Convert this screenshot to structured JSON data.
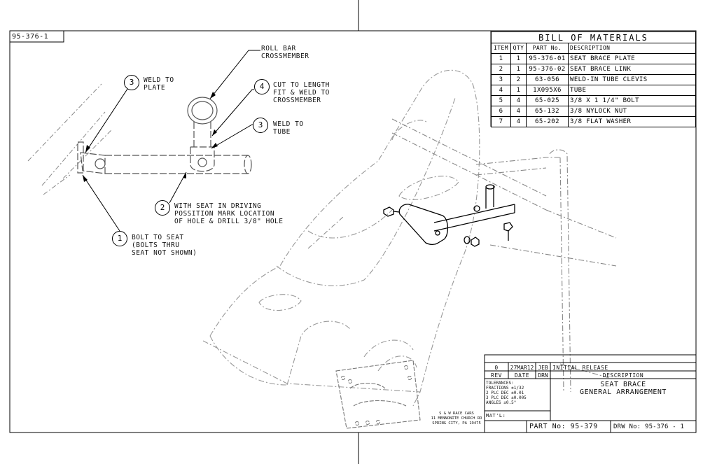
{
  "drawing": {
    "tab_number": "95-376-1",
    "notes": {
      "roll_bar": [
        "ROLL BAR",
        "CROSSMEMBER"
      ],
      "weld_plate": [
        "WELD TO",
        "PLATE"
      ],
      "cut_to_length": [
        "CUT TO LENGTH",
        "FIT & WELD TO",
        "CROSSMEMBER"
      ],
      "weld_tube": [
        "WELD TO",
        "TUBE"
      ],
      "seat_driving": [
        "WITH SEAT IN DRIVING",
        "POSSITION MARK LOCATION",
        "OF HOLE & DRILL 3/8\" HOLE"
      ],
      "bolt_seat": [
        "BOLT TO SEAT",
        "(BOLTS THRU",
        "SEAT NOT SHOWN)"
      ]
    },
    "bubbles": {
      "weld_plate": "3",
      "cut_to_length": "4",
      "weld_tube": "3",
      "seat_driving": "2",
      "bolt_seat": "1"
    }
  },
  "bom": {
    "title": "BILL OF MATERIALS",
    "headers": [
      "ITEM",
      "QTY",
      "PART No.",
      "DESCRIPTION"
    ],
    "rows": [
      [
        "1",
        "1",
        "95-376-01",
        "SEAT BRACE PLATE"
      ],
      [
        "2",
        "1",
        "95-376-02",
        "SEAT BRACE LINK"
      ],
      [
        "3",
        "2",
        "63-056",
        "WELD-IN TUBE CLEVIS"
      ],
      [
        "4",
        "1",
        "1X095X6",
        "TUBE"
      ],
      [
        "5",
        "4",
        "65-025",
        "3/8 X 1 1/4\" BOLT"
      ],
      [
        "6",
        "4",
        "65-132",
        "3/8 NYLOCK NUT"
      ],
      [
        "7",
        "4",
        "65-202",
        "3/8 FLAT WASHER"
      ]
    ]
  },
  "title_block": {
    "revision": {
      "rev": "0",
      "date": "27MAR12",
      "drn": "JEB",
      "description": "INITIAL RELEASE"
    },
    "rev_headers": {
      "rev": "REV",
      "date": "DATE",
      "drn": "DRN",
      "description": "DESCRIPTION"
    },
    "tolerances": [
      "TOLERANCES:",
      "FRACTIONS ±1/32",
      "2 PLC DEC ±0.01",
      "3 PLC DEC ±0.005",
      "ANGLES ±0.5°"
    ],
    "title": [
      "SEAT BRACE",
      "GENERAL ARRANGEMENT"
    ],
    "material_label": "MAT'L:",
    "company": [
      "S & W RACE CARS",
      "11 MENNONITE CHURCH RD",
      "SPRING CITY, PA 19475"
    ],
    "part_no": "PART No: 95-379",
    "drw_no": "DRW No: 95-376 - 1"
  }
}
